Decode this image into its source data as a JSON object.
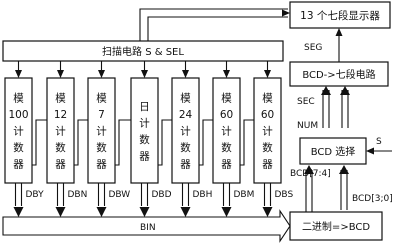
{
  "blocks": {
    "display": "13 个七段显示器",
    "scan": "扫描电路 S & SEL",
    "bcd7seg": "BCD->七段电路",
    "bcdsel": "BCD 选择",
    "bin2bcd": "二进制=>BCD"
  },
  "counters": [
    {
      "lines": [
        "模",
        "100",
        "计",
        "数",
        "器"
      ],
      "out": "DBY"
    },
    {
      "lines": [
        "模",
        "12",
        "计",
        "数",
        "器"
      ],
      "out": "DBN"
    },
    {
      "lines": [
        "模",
        "7",
        "计",
        "数",
        "器"
      ],
      "out": "DBW"
    },
    {
      "lines": [
        "日",
        "计",
        "数",
        "器"
      ],
      "out": "DBD"
    },
    {
      "lines": [
        "模",
        "24",
        "计",
        "数",
        "器"
      ],
      "out": "DBH"
    },
    {
      "lines": [
        "模",
        "60",
        "计",
        "数",
        "器"
      ],
      "out": "DBM"
    },
    {
      "lines": [
        "模",
        "60",
        "计",
        "数",
        "器"
      ],
      "out": "DBS"
    }
  ],
  "signals": {
    "seg": "SEG",
    "sec": "SEC",
    "num": "NUM",
    "s": "S",
    "bcd_hi": "BCD[7:4]",
    "bcd_lo": "BCD[3;0]",
    "bin": "BIN"
  }
}
